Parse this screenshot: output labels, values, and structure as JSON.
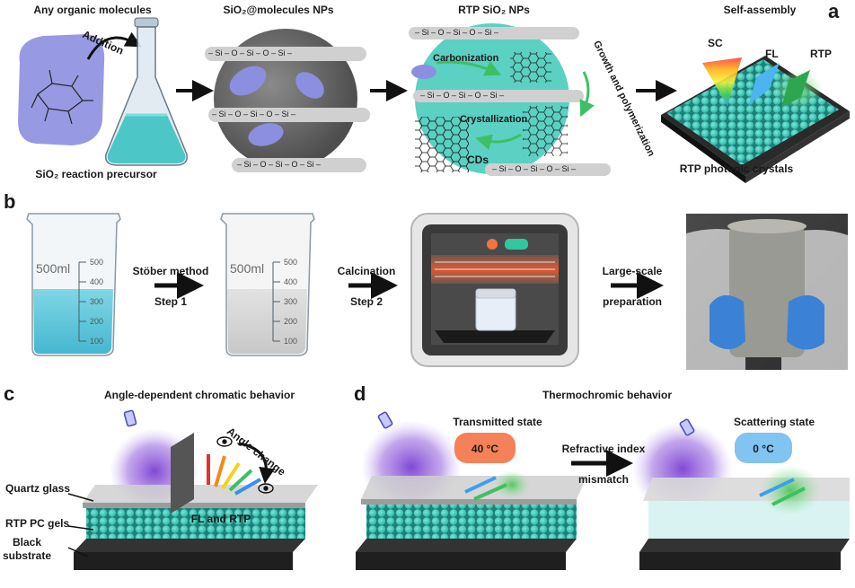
{
  "panels": {
    "a": {
      "label": "a",
      "titles": [
        "Any organic molecules",
        "SiO₂@molecules NPs",
        "RTP SiO₂ NPs",
        "Self-assembly"
      ],
      "addition": "Addition",
      "precursor": "SiO₂ reaction precursor",
      "silica_chain": "– Si – O – Si – O – Si –",
      "carbonization": "Carbonization",
      "crystallization": "Crystallization",
      "growth": "Growth and polymerization",
      "cds": "CDs",
      "sc": "SC",
      "fl": "FL",
      "rtp": "RTP",
      "crystals": "RTP photonic crystals"
    },
    "b": {
      "label": "b",
      "beaker_volume": "500ml",
      "scale": [
        "500",
        "400",
        "300",
        "200",
        "100"
      ],
      "step1_method": "Stöber method",
      "step1": "Step 1",
      "step2_method": "Calcination",
      "step2": "Step 2",
      "step3_line1": "Large-scale",
      "step3_line2": "preparation"
    },
    "c": {
      "label": "c",
      "title": "Angle-dependent chromatic behavior",
      "angle_change": "Angle change",
      "fl_rtp": "FL and RTP",
      "quartz": "Quartz glass",
      "gels": "RTP PC gels",
      "substrate_line1": "Black",
      "substrate_line2": "substrate"
    },
    "d": {
      "label": "d",
      "title": "Thermochromic behavior",
      "transmitted": "Transmitted state",
      "temp_hot": "40 °C",
      "mismatch_line1": "Refractive index",
      "mismatch_line2": "mismatch",
      "scattering": "Scattering state",
      "temp_cold": "0 °C"
    }
  },
  "colors": {
    "teal": "#3ec8b8",
    "lavender": "#8c8fe0",
    "purple_glow": "#8a4fd6",
    "grey_sphere": "#6d6d6d",
    "dark": "#222222",
    "orange": "#f26b3a",
    "blue_badge": "#6bb8ee"
  }
}
